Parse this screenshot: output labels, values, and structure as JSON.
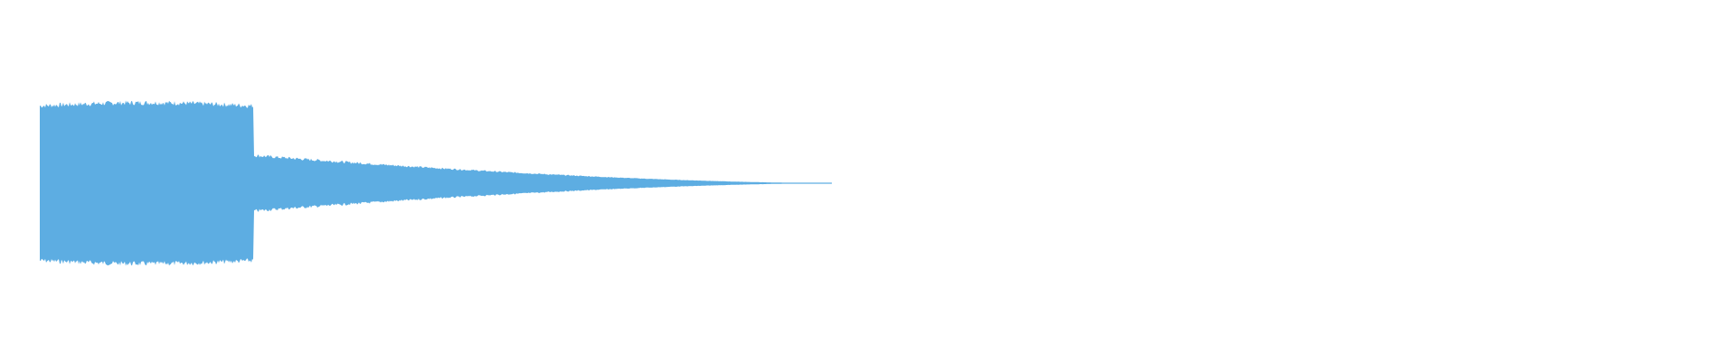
{
  "waveform": {
    "color": "#5DADE2",
    "segments": [
      {
        "name": "sustained-burst",
        "start_fraction": 0.0,
        "end_fraction": 0.27,
        "amplitude": 0.92
      },
      {
        "name": "decay-tail",
        "start_fraction": 0.27,
        "end_fraction": 1.0,
        "amplitude_start": 0.33,
        "amplitude_end": 0.0
      }
    ]
  }
}
